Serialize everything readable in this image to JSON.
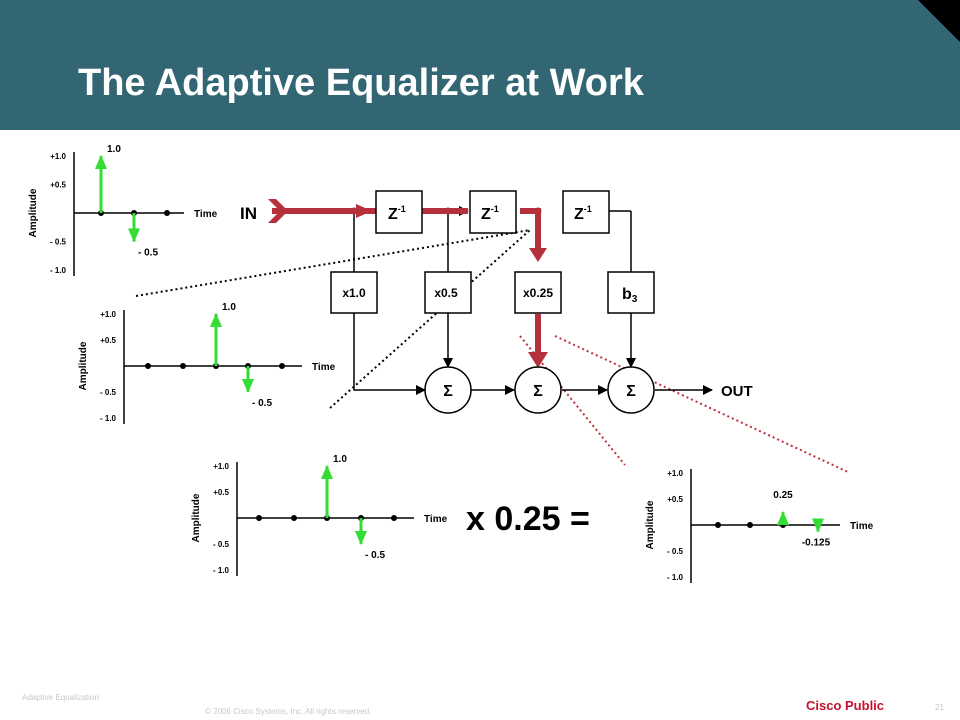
{
  "title": "The Adaptive Equalizer at Work",
  "footer": {
    "section": "Adaptive Equalization",
    "copyright": "© 2006 Cisco Systems, Inc. All rights reserved.",
    "classification": "Cisco Public",
    "page": "21"
  },
  "plots": {
    "axis_title": "Amplitude",
    "time_label": "Time",
    "tick_p1": "+1.0",
    "tick_p05": "+0.5",
    "tick_m05": "- 0.5",
    "tick_m1": "- 1.0",
    "input_main": "1.0",
    "input_neg": "- 0.5",
    "result_main": "0.25",
    "result_neg": "-0.125"
  },
  "filter": {
    "input_label": "IN",
    "output_label": "OUT",
    "delay_label": "Z",
    "delay_exp": "-1",
    "taps": [
      "x1.0",
      "x0.5",
      "x0.25",
      "b"
    ],
    "tap4_sub": "3",
    "sum_symbol": "Σ"
  },
  "equation": "x 0.25 =",
  "colors": {
    "header": "#336673",
    "impulse": "#33dd33",
    "signal_path": "#b5303d",
    "callout_red": "#c0303a",
    "public_label": "#c8102e"
  }
}
